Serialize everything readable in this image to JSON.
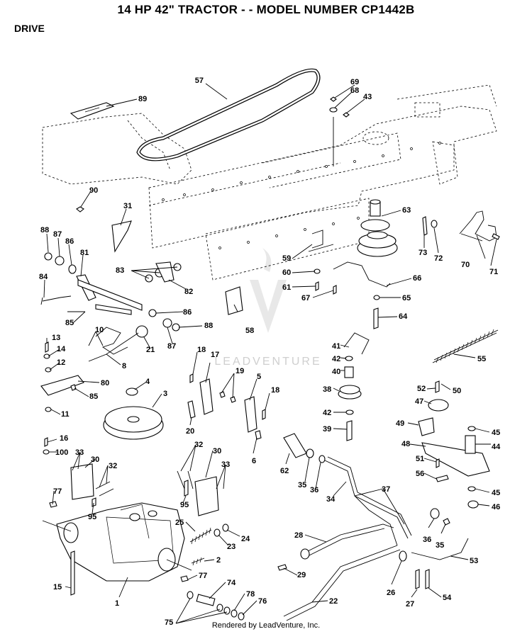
{
  "header": {
    "title": "14 HP 42\" TRACTOR - - MODEL NUMBER CP1442B",
    "section": "DRIVE"
  },
  "footer": {
    "text": "Rendered by LeadVenture, Inc."
  },
  "watermark": {
    "text": "LEADVENTURE"
  },
  "callouts": [
    {
      "id": "c57",
      "label": "57"
    },
    {
      "id": "c69",
      "label": "69"
    },
    {
      "id": "c68",
      "label": "68"
    },
    {
      "id": "c43",
      "label": "43"
    },
    {
      "id": "c89",
      "label": "89"
    },
    {
      "id": "c90",
      "label": "90"
    },
    {
      "id": "c31",
      "label": "31"
    },
    {
      "id": "c63",
      "label": "63"
    },
    {
      "id": "c73",
      "label": "73"
    },
    {
      "id": "c72",
      "label": "72"
    },
    {
      "id": "c70",
      "label": "70"
    },
    {
      "id": "c71",
      "label": "71"
    },
    {
      "id": "c88a",
      "label": "88"
    },
    {
      "id": "c87a",
      "label": "87"
    },
    {
      "id": "c86a",
      "label": "86"
    },
    {
      "id": "c81",
      "label": "81"
    },
    {
      "id": "c84",
      "label": "84"
    },
    {
      "id": "c83",
      "label": "83"
    },
    {
      "id": "c82",
      "label": "82"
    },
    {
      "id": "c59",
      "label": "59"
    },
    {
      "id": "c60",
      "label": "60"
    },
    {
      "id": "c61",
      "label": "61"
    },
    {
      "id": "c67",
      "label": "67"
    },
    {
      "id": "c66",
      "label": "66"
    },
    {
      "id": "c65",
      "label": "65"
    },
    {
      "id": "c64",
      "label": "64"
    },
    {
      "id": "c85a",
      "label": "85"
    },
    {
      "id": "c86b",
      "label": "86"
    },
    {
      "id": "c88b",
      "label": "88"
    },
    {
      "id": "c87b",
      "label": "87"
    },
    {
      "id": "c10",
      "label": "10"
    },
    {
      "id": "c21",
      "label": "21"
    },
    {
      "id": "c58",
      "label": "58"
    },
    {
      "id": "c13",
      "label": "13"
    },
    {
      "id": "c14",
      "label": "14"
    },
    {
      "id": "c12",
      "label": "12"
    },
    {
      "id": "c8",
      "label": "8"
    },
    {
      "id": "c80",
      "label": "80"
    },
    {
      "id": "c85b",
      "label": "85"
    },
    {
      "id": "c11",
      "label": "11"
    },
    {
      "id": "c4",
      "label": "4"
    },
    {
      "id": "c3",
      "label": "3"
    },
    {
      "id": "c18a",
      "label": "18"
    },
    {
      "id": "c17",
      "label": "17"
    },
    {
      "id": "c19",
      "label": "19"
    },
    {
      "id": "c5",
      "label": "5"
    },
    {
      "id": "c18b",
      "label": "18"
    },
    {
      "id": "c20",
      "label": "20"
    },
    {
      "id": "c6",
      "label": "6"
    },
    {
      "id": "c41",
      "label": "41"
    },
    {
      "id": "c42a",
      "label": "42"
    },
    {
      "id": "c40",
      "label": "40"
    },
    {
      "id": "c38",
      "label": "38"
    },
    {
      "id": "c42b",
      "label": "42"
    },
    {
      "id": "c39",
      "label": "39"
    },
    {
      "id": "c55",
      "label": "55"
    },
    {
      "id": "c52",
      "label": "52"
    },
    {
      "id": "c50",
      "label": "50"
    },
    {
      "id": "c47",
      "label": "47"
    },
    {
      "id": "c49",
      "label": "49"
    },
    {
      "id": "c45a",
      "label": "45"
    },
    {
      "id": "c44",
      "label": "44"
    },
    {
      "id": "c48",
      "label": "48"
    },
    {
      "id": "c51",
      "label": "51"
    },
    {
      "id": "c56",
      "label": "56"
    },
    {
      "id": "c45b",
      "label": "45"
    },
    {
      "id": "c46",
      "label": "46"
    },
    {
      "id": "c16",
      "label": "16"
    },
    {
      "id": "c100",
      "label": "100"
    },
    {
      "id": "c33a",
      "label": "33"
    },
    {
      "id": "c30a",
      "label": "30"
    },
    {
      "id": "c32a",
      "label": "32"
    },
    {
      "id": "c32b",
      "label": "32"
    },
    {
      "id": "c30b",
      "label": "30"
    },
    {
      "id": "c33b",
      "label": "33"
    },
    {
      "id": "c77a",
      "label": "77"
    },
    {
      "id": "c95a",
      "label": "95"
    },
    {
      "id": "c95b",
      "label": "95"
    },
    {
      "id": "c62",
      "label": "62"
    },
    {
      "id": "c35a",
      "label": "35"
    },
    {
      "id": "c36a",
      "label": "36"
    },
    {
      "id": "c34",
      "label": "34"
    },
    {
      "id": "c37",
      "label": "37"
    },
    {
      "id": "c25",
      "label": "25"
    },
    {
      "id": "c24",
      "label": "24"
    },
    {
      "id": "c23",
      "label": "23"
    },
    {
      "id": "c2",
      "label": "2"
    },
    {
      "id": "c28",
      "label": "28"
    },
    {
      "id": "c36b",
      "label": "36"
    },
    {
      "id": "c35b",
      "label": "35"
    },
    {
      "id": "c53",
      "label": "53"
    },
    {
      "id": "c29",
      "label": "29"
    },
    {
      "id": "c26",
      "label": "26"
    },
    {
      "id": "c27",
      "label": "27"
    },
    {
      "id": "c54",
      "label": "54"
    },
    {
      "id": "c15",
      "label": "15"
    },
    {
      "id": "c1",
      "label": "1"
    },
    {
      "id": "c77b",
      "label": "77"
    },
    {
      "id": "c74",
      "label": "74"
    },
    {
      "id": "c78",
      "label": "78"
    },
    {
      "id": "c76",
      "label": "76"
    },
    {
      "id": "c75",
      "label": "75"
    },
    {
      "id": "c22",
      "label": "22"
    }
  ]
}
